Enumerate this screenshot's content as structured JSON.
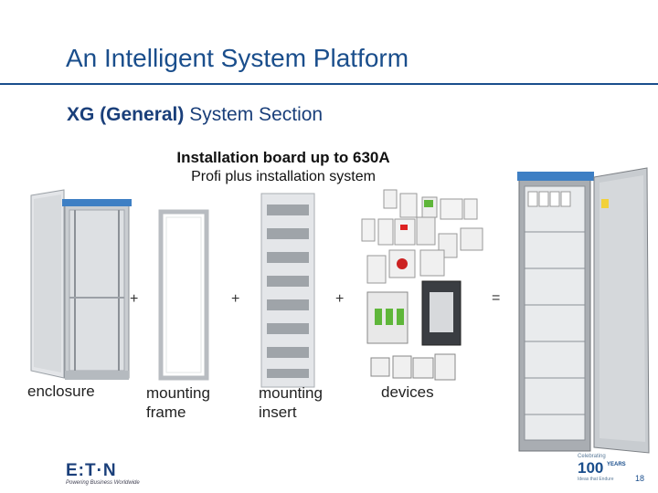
{
  "slide": {
    "title": "An Intelligent System Platform",
    "subtitle_bold": "XG (General)",
    "subtitle_rest": " System Section",
    "board_title": "Installation board up to 630A",
    "board_subtitle": "Profi plus installation system"
  },
  "operators": {
    "plus1": "+",
    "plus2": "+",
    "plus3": "+",
    "equals": "="
  },
  "captions": {
    "enclosure": "enclosure",
    "frame_line1": "mounting",
    "frame_line2": "frame",
    "insert_line1": "mounting",
    "insert_line2": "insert",
    "devices": "devices"
  },
  "footer": {
    "logo": "E:T·N",
    "logo_tagline": "Powering Business Worldwide",
    "badge_top": "Celebrating",
    "badge_number": "100",
    "badge_years": "YEARS",
    "badge_tagline": "Ideas that Endure",
    "page_number": "18"
  },
  "colors": {
    "brand_blue": "#1a4e8c",
    "cabinet_blue": "#3e7fc4",
    "device_green": "#5fb63a"
  }
}
